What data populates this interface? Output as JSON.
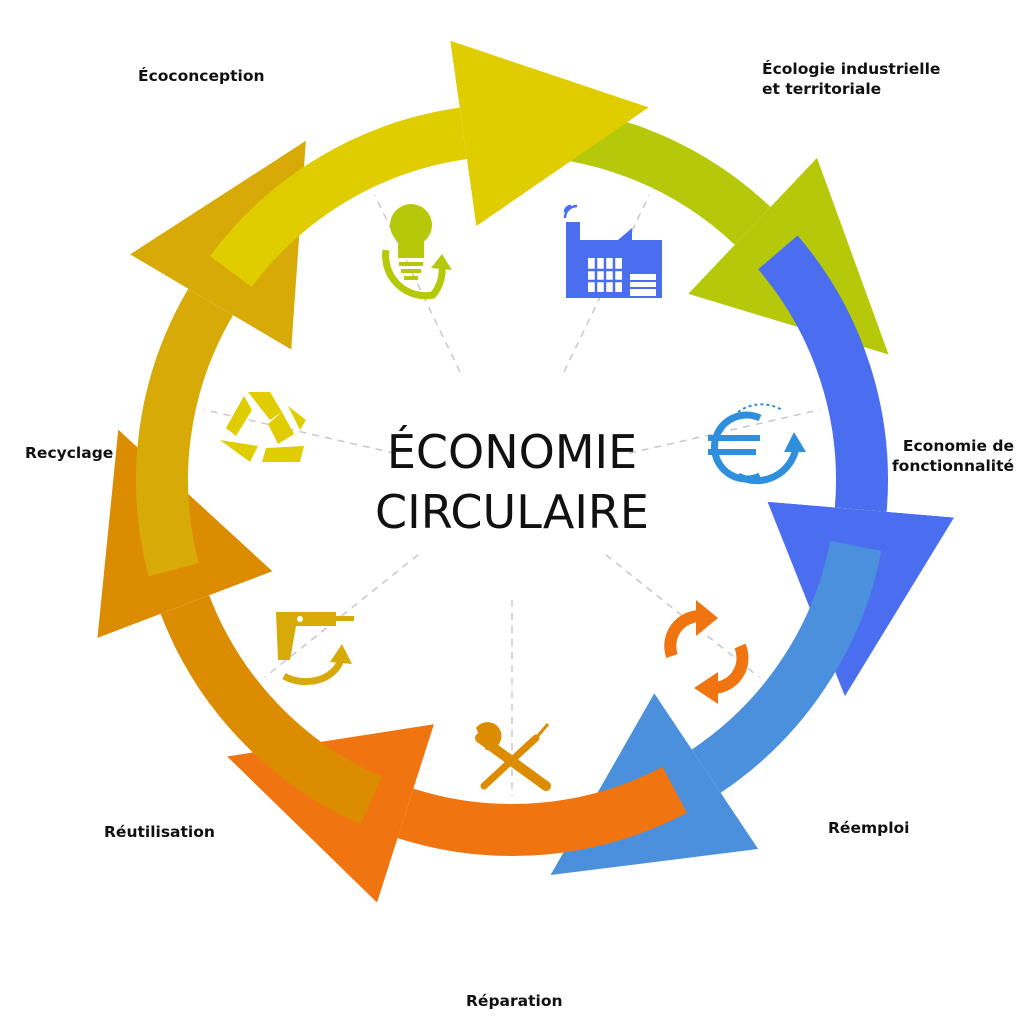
{
  "title": {
    "line1": "ÉCONOMIE",
    "line2": "CIRCULAIRE"
  },
  "stages": [
    {
      "label": [
        "Écoconception"
      ],
      "icon": "lightbulb-cycle-icon",
      "color": "#b5c90a"
    },
    {
      "label": [
        "Écologie industrielle",
        "et territoriale"
      ],
      "icon": "factory-icon",
      "color": "#4b6ef0"
    },
    {
      "label": [
        "Economie de",
        "fonctionnalité"
      ],
      "icon": "euro-cycle-icon",
      "color": "#4b90dc"
    },
    {
      "label": [
        "Réemploi"
      ],
      "icon": "refresh-arrows-icon",
      "color": "#f07510"
    },
    {
      "label": [
        "Réparation"
      ],
      "icon": "wrench-screwdriver-icon",
      "color": "#dc8c00"
    },
    {
      "label": [
        "Réutilisation"
      ],
      "icon": "drill-cycle-icon",
      "color": "#d8aa08"
    },
    {
      "label": [
        "Recyclage"
      ],
      "icon": "recycle-icon",
      "color": "#e0cd00"
    }
  ]
}
